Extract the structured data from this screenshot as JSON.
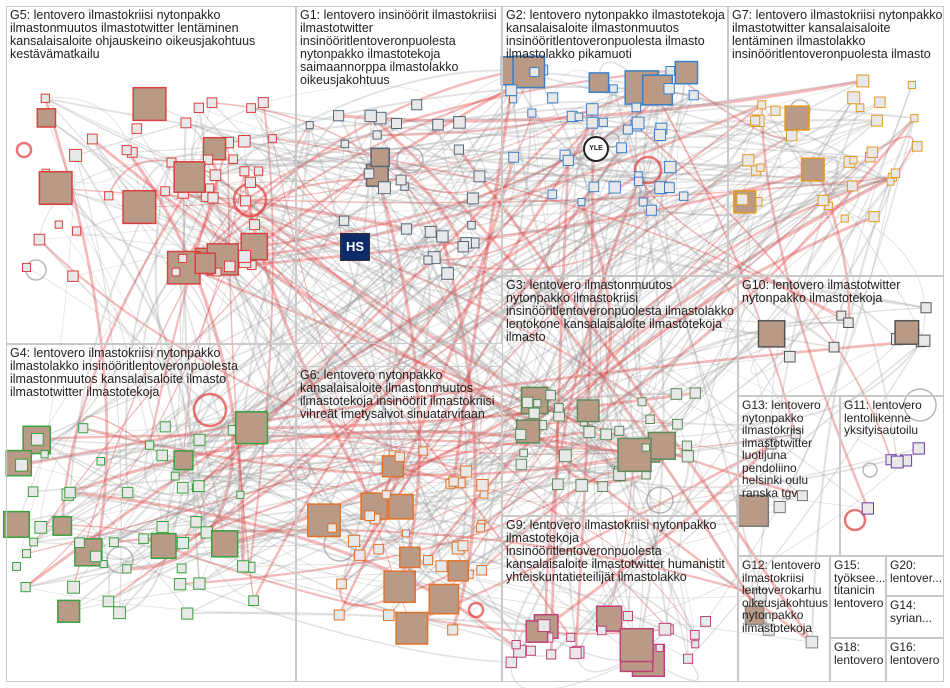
{
  "groups": [
    {
      "id": "G5",
      "label": "G5: lentovero ilmastokriisi nytonpakko\nilmastonmuutos ilmastotwitter lentäminen\nkansalaisaloite ohjauskeino oikeusjakohtuus\nkestävämatkailu"
    },
    {
      "id": "G1",
      "label": "G1: lentovero insinöörit ilmastokriisi\nilmastotwitter\ninsinööritlentoveronpuolesta\nnytonpakko ilmastotekoja\nsaimaannorppa ilmastolakko\noikeusjakohtuus"
    },
    {
      "id": "G2",
      "label": "G2: lentovero nytonpakko ilmastotekoja\nkansalaisaloite ilmastonmuutos\ninsinööritlentoveronpuolesta ilmasto\nilmastolakko pikamuoti"
    },
    {
      "id": "G7",
      "label": "G7: lentovero ilmastokriisi nytonpakko\nilmastotwitter kansalaisaloite\nlentäminen ilmastolakko\ninsinööritlentoveronpuolesta ilmasto"
    },
    {
      "id": "G3",
      "label": "G3: lentovero ilmastonmuutos\nnytonpakko ilmastokriisi\ninsinööritlentoveronpuolesta ilmastolakko\nlentokone kansalaisaloite ilmastotekoja\nilmasto"
    },
    {
      "id": "G10",
      "label": "G10: lentovero ilmastotwitter\nnytonpakko ilmastotekoja"
    },
    {
      "id": "G4",
      "label": "G4: lentovero ilmastokriisi nytonpakko\nilmastolakko insinööritlentoveronpuolesta\nilmastonmuutos kansalaisaloite ilmasto\nilmastotwitter ilmastotekoja"
    },
    {
      "id": "G6",
      "label": "G6: lentovero nytonpakko\nkansalaisaloite ilmastonmuutos\nilmastotekoja insinöörit ilmastokriisi\nvihreät imetysaivot sinuatarvitaan"
    },
    {
      "id": "G13",
      "label": "G13: lentovero\nnytonpakko\nilmastokriisi\nilmastotwitter\nluotijuna\npendoliino\nhelsinki oulu\nranska tgv"
    },
    {
      "id": "G11",
      "label": "G11: lentovero\nlentoliikenne\nyksityisautoilu"
    },
    {
      "id": "G9",
      "label": "G9: lentovero ilmastokriisi nytonpakko\nilmastotekoja\ninsinööritlentoveronpuolesta\nkansalaisaloite ilmastotwitter humanistit\nyhteiskuntatieteilijät ilmastolakko"
    },
    {
      "id": "G12",
      "label": "G12: lentovero\nilmastokriisi\nlentoverokarhu\noikeusjakohtuus\nnytonpakko\nilmastotekoja"
    },
    {
      "id": "G15",
      "label": "G15:\ntyöksee...\ntitanicin\nlentovero"
    },
    {
      "id": "G20",
      "label": "G20:\nlentover..."
    },
    {
      "id": "G14",
      "label": "G14:\nsyrian..."
    },
    {
      "id": "G18",
      "label": "G18:\nlentovero"
    },
    {
      "id": "G16",
      "label": "G16:\nlentovero"
    }
  ],
  "hub_marks": [
    "HS",
    "YLE"
  ],
  "colors": {
    "edge_gray": "#9a9a9a",
    "edge_red": "#e03a3a",
    "border": "#c8c8c8",
    "node_outline": "#333333"
  }
}
